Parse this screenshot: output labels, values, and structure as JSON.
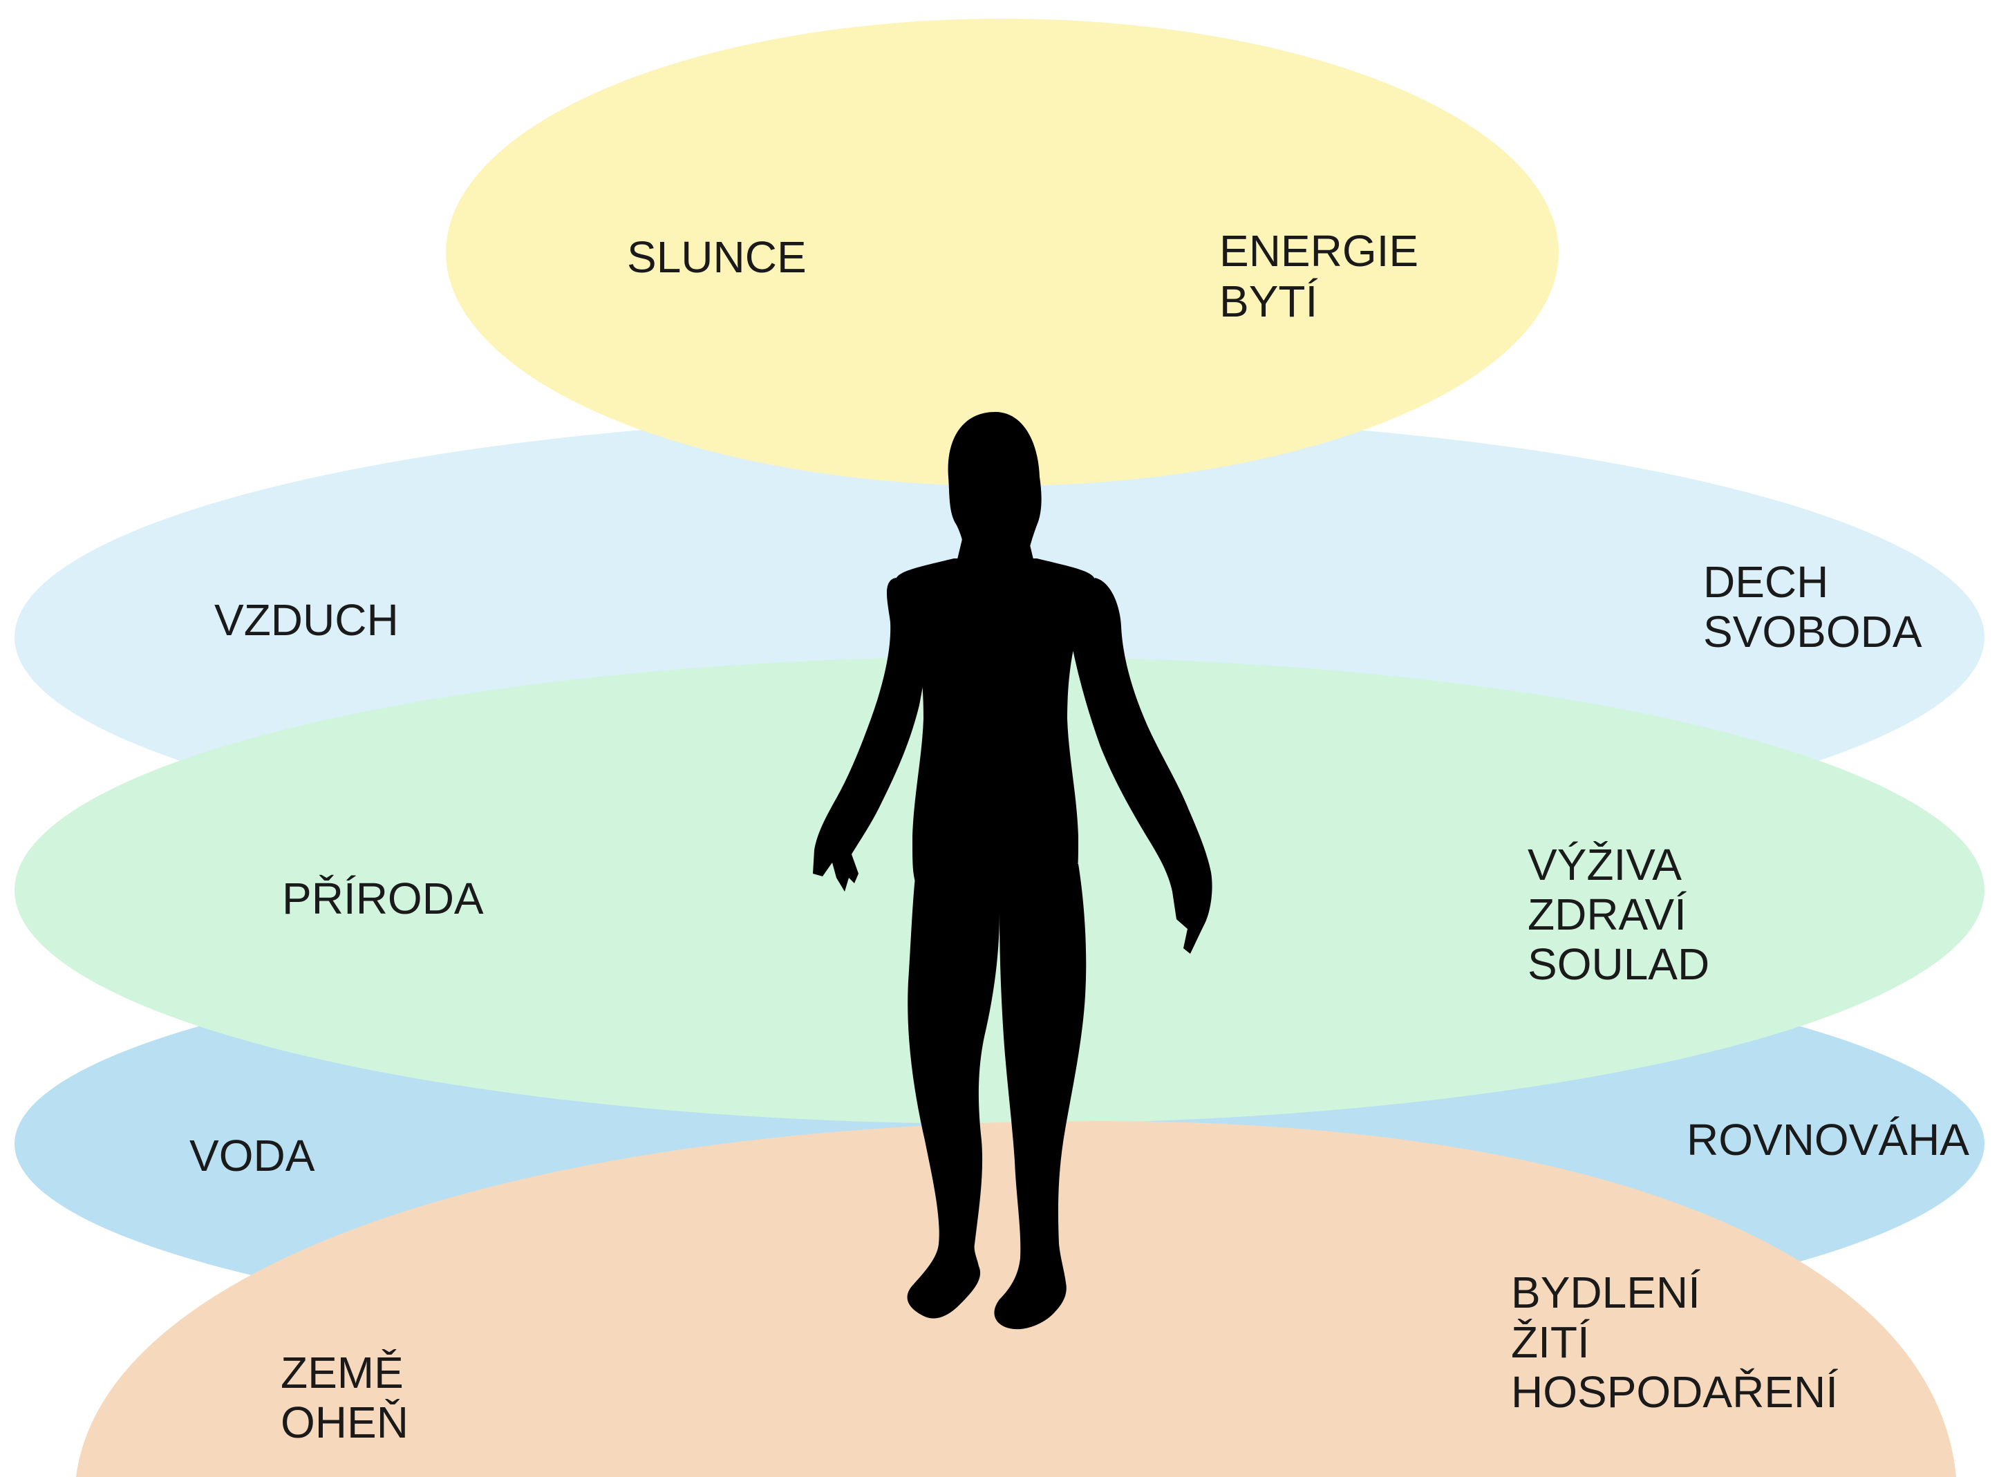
{
  "layers": {
    "sun": {
      "color": "#fdf4b8",
      "left_text": [
        "SLUNCE"
      ],
      "right_text": [
        "ENERGIE",
        "BYTÍ"
      ]
    },
    "air": {
      "color": "#dcf0fa",
      "left_text": [
        "VZDUCH"
      ],
      "right_text": [
        "DECH",
        "SVOBODA"
      ]
    },
    "nature": {
      "color": "#d0f4dc",
      "left_text": [
        "PŘÍRODA"
      ],
      "right_text": [
        "VÝŽIVA",
        "ZDRAVÍ",
        "SOULAD"
      ]
    },
    "water": {
      "color": "#b8e0f2",
      "left_text": [
        "VODA"
      ],
      "right_text": [
        "ROVNOVÁHA"
      ]
    },
    "earth": {
      "color": "#f6d9bc",
      "left_text": [
        "ZEMĚ",
        "OHEŇ"
      ],
      "right_text": [
        "BYDLENÍ",
        "ŽITÍ",
        "HOSPODAŘENÍ"
      ]
    }
  },
  "figure": {
    "icon": "human-silhouette-icon",
    "color": "#000000"
  }
}
